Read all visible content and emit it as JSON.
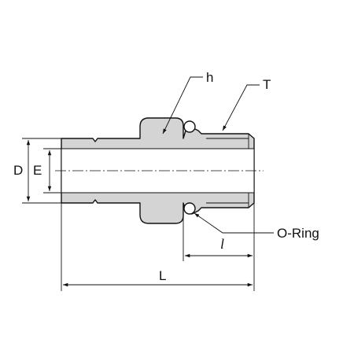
{
  "labels": {
    "h": "h",
    "T": "T",
    "D": "D",
    "E": "E",
    "o_ring": "O-Ring",
    "l": "l",
    "L": "L"
  },
  "colors": {
    "body_fill": "#d4d4d4",
    "bore_fill": "#ffffff",
    "line": "#111111"
  }
}
